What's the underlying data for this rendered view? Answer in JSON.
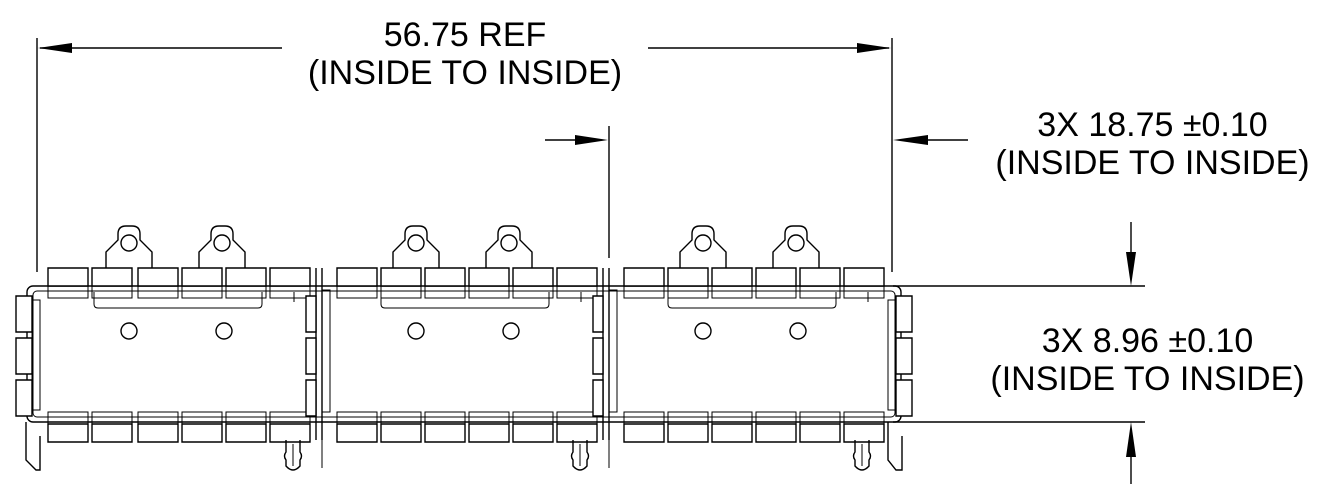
{
  "dimensions": {
    "overall": {
      "value_line": "56.75 REF",
      "qualifier_line": "(INSIDE TO INSIDE)"
    },
    "pitch": {
      "value_line": "3X 18.75 ±0.10",
      "qualifier_line": "(INSIDE TO INSIDE)"
    },
    "height": {
      "value_line": "3X 8.96 ±0.10",
      "qualifier_line": "(INSIDE TO INSIDE)"
    }
  },
  "colors": {
    "line": "#000000",
    "background": "#ffffff"
  }
}
